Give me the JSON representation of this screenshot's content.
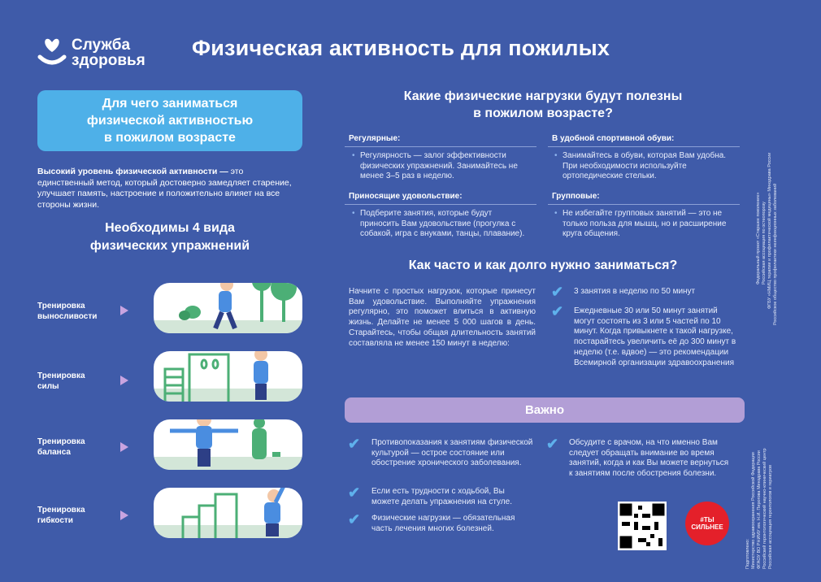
{
  "header": {
    "logo_line1": "Служба",
    "logo_line2": "здоровья",
    "title": "Физическая активность для пожилых"
  },
  "left": {
    "why_box": [
      "Для чего заниматься",
      "физической активностью",
      "в пожилом возрасте"
    ],
    "why_bold": "Высокий уровень физической активности —",
    "why_text": " это единственный метод, который достоверно замедляет старение, улучшает память, настроение и положительно влияет на все стороны жизни.",
    "need_title": [
      "Необходимы 4 вида",
      "физических упражнений"
    ],
    "exercises": [
      {
        "line1": "Тренировка",
        "line2": "выносливости"
      },
      {
        "line1": "Тренировка",
        "line2": "силы"
      },
      {
        "line1": "Тренировка",
        "line2": "баланса"
      },
      {
        "line1": "Тренировка",
        "line2": "гибкости"
      }
    ]
  },
  "useful": {
    "title": [
      "Какие физические нагрузки будут полезны",
      "в пожилом возрасте?"
    ],
    "regular_title": "Регулярные:",
    "regular_text": "Регулярность — залог эффективности физических упражнений. Занимайтесь не менее 3–5 раз в неделю.",
    "shoes_title": "В удобной спортивной обуви:",
    "shoes_text": "Занимайтесь в обуви, которая Вам удобна. При необходимости используйте ортопедические стельки.",
    "pleasure_title": "Приносящие удовольствие:",
    "pleasure_text": "Подберите занятия, которые будут приносить Вам удовольствие (прогулка с собакой, игра с внуками, танцы, плавание).",
    "group_title": "Групповые:",
    "group_text": "Не избегайте групповых занятий — это не только польза для мышц, но и расширение круга общения."
  },
  "frequency": {
    "title": "Как часто и как долго нужно заниматься?",
    "text": "Начните с простых нагрузок, которые принесут Вам удовольствие. Выполняйте упражнения регулярно, это поможет влиться в активную жизнь. Делайте не менее 5 000 шагов в день. Старайтесь, чтобы общая длительность занятий составляла не менее 150 минут в неделю:",
    "item1": "3 занятия в неделю по 50 минут",
    "item2": "Ежедневные 30 или 50 минут занятий могут состоять из 3 или 5 частей по 10 минут. Когда привыкнете к такой нагрузке, постарайтесь увеличить её до 300 минут в неделю (т.е. вдвое) — это рекомендации Всемирной организации здравоохранения"
  },
  "important": {
    "title": "Важно",
    "item1": "Противопоказания к занятиям физической культурой — острое состояние или обострение хронического заболевания.",
    "item2": "Если есть трудности с ходьбой, Вы можете делать упражнения на стуле.",
    "item3": "Физические нагрузки — обязательная часть лечения многих болезней.",
    "item4": "Обсудите с врачом, на что именно Вам следует обращать внимание во время занятий, когда и как Вы можете вернуться к занятиям после обострения болезни."
  },
  "badge_text": "#ТЫ СИЛЬНЕЕ",
  "side_credits": {
    "col1": "Федеральный проект «Старшее поколение»",
    "col2": "Российская ассоциация по остеопорозу",
    "col3": "ФГБУ «НМИЦ терапии и профилактической медицины» Минздрава России",
    "col4": "Российское общество профилактики неинфекционных заболеваний",
    "col5": "Подготовлено:",
    "col6": "Министерство здравоохранения Российской Федерации",
    "col7": "ФГАОУ ВО РНИМУ им. Н.И. Пирогова Минздрава России",
    "col8": "Российский геронтологический научно-клинический центр",
    "col9": "Российская ассоциация геронтологов и гериатров"
  },
  "colors": {
    "background": "#3f5ba9",
    "accent_blue": "#4eb0e8",
    "accent_purple": "#b29ed6",
    "badge_red": "#e4202a"
  }
}
